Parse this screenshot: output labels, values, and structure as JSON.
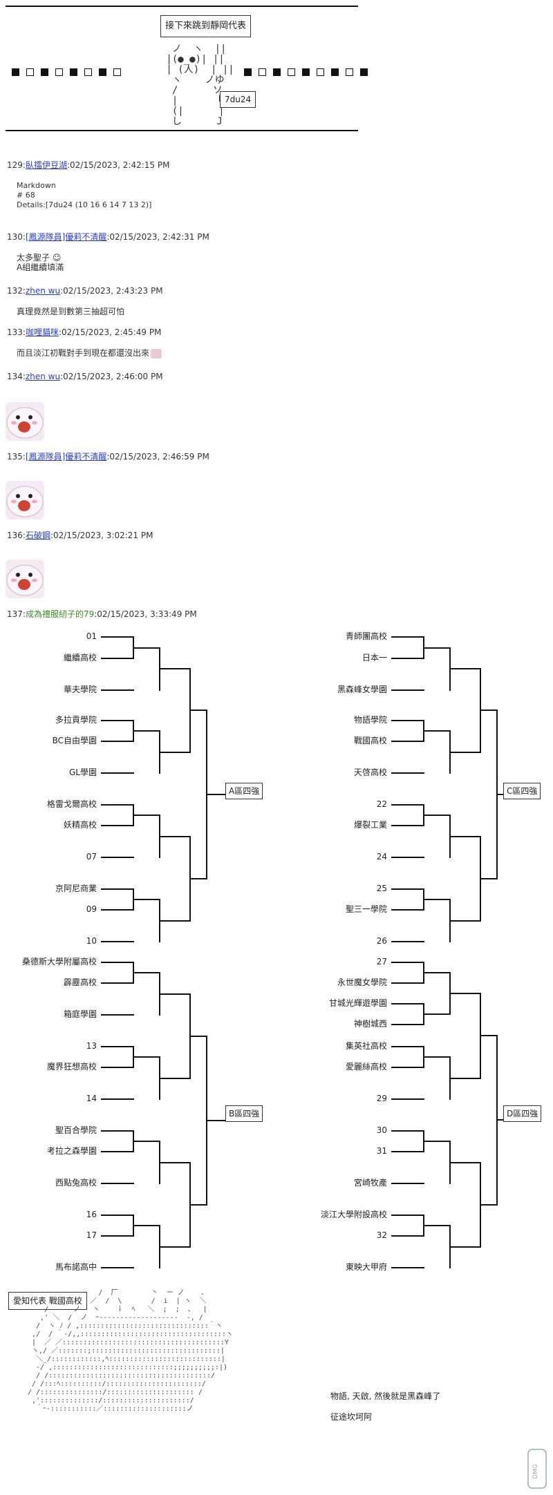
{
  "header": {
    "title_box": "接下來跳到靜岡代表",
    "code_box": "7du24",
    "aa_lines": [
      "  ノ  ヽ  ||",
      " |(●_●)| ||",
      " | (人)  | ||",
      "  ヽ    ノゆ ",
      "  /      ソ ",
      "  |      「  ",
      "  (|      |  ",
      "  し      J  "
    ]
  },
  "posts": [
    {
      "num": "129:",
      "user": "臥擂伊豆湖",
      "time": ":02/15/2023, 2:42:15 PM",
      "body": "Markdown\n# 68\nDetails:[7du24 (10 16 6 14 7 13 2)]"
    },
    {
      "num": "130:",
      "user": "[鳳源隊員]優莉不清醒",
      "time": ":02/15/2023, 2:42:31 PM",
      "body": "太多聖子 ☺\nA組繼續填滿"
    },
    {
      "num": "132:",
      "user": "zhen wu",
      "time": ":02/15/2023, 2:43:23 PM",
      "body": "真理竟然是到數第三抽超可怕"
    },
    {
      "num": "133:",
      "user": "咖哩貓咪",
      "time": ":02/15/2023, 2:45:49 PM",
      "body": "而且淡江初戰對手到現在都還沒出來"
    },
    {
      "num": "134:",
      "user": "zhen wu",
      "time": ":02/15/2023, 2:46:00 PM",
      "body": ""
    },
    {
      "num": "135:",
      "user": "[鳳源隊員]優莉不清醒",
      "time": ":02/15/2023, 2:46:59 PM",
      "body": ""
    },
    {
      "num": "136:",
      "user": "石破鋼",
      "time": ":02/15/2023, 3:02:21 PM",
      "body": ""
    },
    {
      "num": "137:",
      "user": "成為禮服紉子的79",
      "time": ":02/15/2023, 3:33:49 PM",
      "body": ""
    }
  ],
  "bracket": {
    "left": [
      "01",
      "繼續高校",
      "華夫學院",
      "多拉貢學院",
      "BC自由學園",
      "GL學園",
      "格雷戈爾高校",
      "妖精高校",
      "07",
      "京阿尼商業",
      "09",
      "10",
      "桑德斯大學附屬高校",
      "霹靂高校",
      "箱庭學園",
      "13",
      "魔界狂想高校",
      "14",
      "聖百合學院",
      "考拉之森學園",
      "西點兔高校",
      "16",
      "17",
      "馬布諾高中"
    ],
    "right": [
      "青師團高校",
      "日本一",
      "黑森峰女學園",
      "物語學院",
      "戰國高校",
      "天啓高校",
      "22",
      "爆裂工業",
      "24",
      "25",
      "聖三一學院",
      "26",
      "27",
      "永世魔女學院",
      "甘城光輝遊學園",
      "神樹城西",
      "集英社高校",
      "愛麗絲高校",
      "29",
      "30",
      "31",
      "宮崎牧產",
      "淡江大學附設高校",
      "32",
      "東映大甲府"
    ],
    "group_a": "A區四強",
    "group_b": "B區四強",
    "group_c": "C區四強",
    "group_d": "D區四強"
  },
  "footer": {
    "label_box": "愛知代表 戰國高校",
    "comment1": "物語, 天啟, 然後就是黑森峰了",
    "comment2": "征途坎坷阿",
    "watermark": "DMG"
  }
}
